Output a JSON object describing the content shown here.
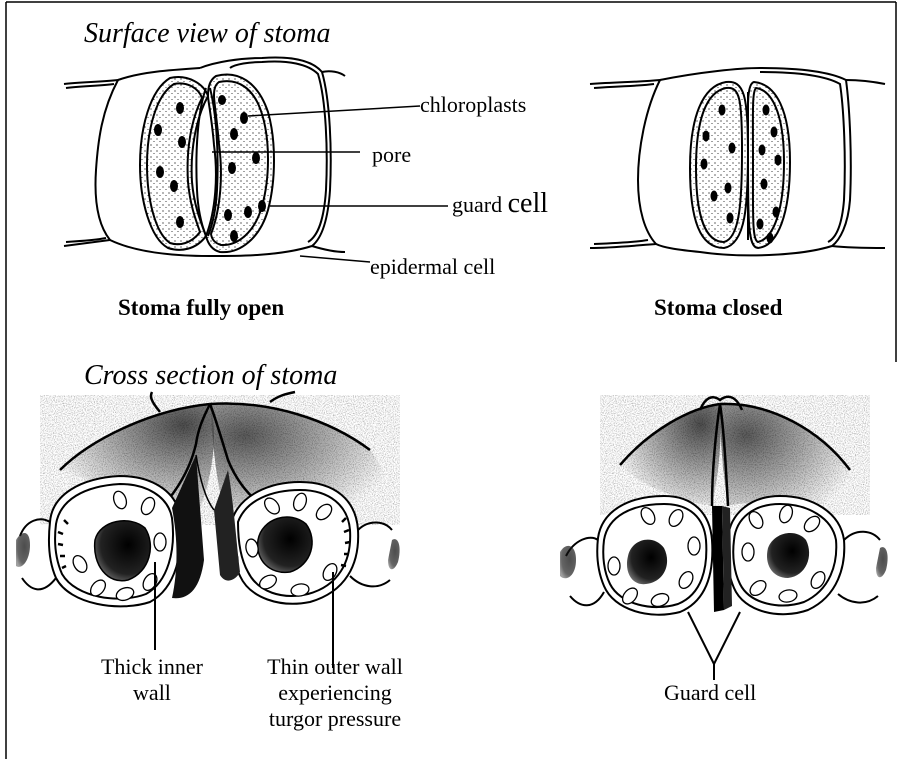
{
  "surface": {
    "heading": "Surface view of stoma",
    "labels": {
      "chloroplasts": "chloroplasts",
      "pore": "pore",
      "guard_cell_word1": "guard",
      "guard_cell_word2": "cell",
      "epidermal_cell": "epidermal cell"
    },
    "caption_open": "Stoma fully open",
    "caption_closed": "Stoma closed"
  },
  "cross": {
    "heading": "Cross section of stoma",
    "labels": {
      "thick_inner_line1": "Thick inner",
      "thick_inner_line2": "wall",
      "thin_outer_line1": "Thin outer wall",
      "thin_outer_line2": "experiencing",
      "thin_outer_line3": "turgor pressure",
      "guard_cell": "Guard cell"
    }
  }
}
